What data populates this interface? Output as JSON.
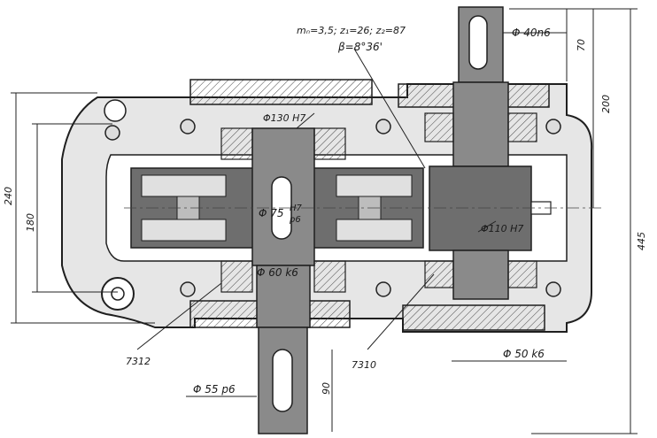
{
  "drawing": {
    "colors": {
      "ink": "#1f1f1f",
      "gear_fill": "#6e6e6e",
      "shaft_fill": "#8a8a8a",
      "housing_fill": "#c9c9c9",
      "paper": "#ffffff"
    },
    "gear_params": {
      "module_teeth": "mₙ=3,5; z₁=26; z₂=87",
      "helix_angle": "β=8°36'"
    },
    "dimensions": {
      "shaft_top_dia": "Φ 40n6",
      "bore_top": "Φ130 H7",
      "gear_fit": "Φ 75 H7/p6",
      "gear_fit_num": "H7",
      "gear_fit_den": "p6",
      "gear_fit_dia": "Φ 75",
      "bore_right": "Φ110 H7",
      "bearing_seat_left": "Φ 60 k6",
      "shaft_bottom_dia": "Φ 55 p6",
      "shaft_right_dia": "Φ 50 k6",
      "len_70": "70",
      "len_200": "200",
      "len_445": "445",
      "len_240": "240",
      "len_180": "180",
      "len_90": "90"
    },
    "bearings": {
      "left": "7312",
      "right": "7310"
    }
  }
}
